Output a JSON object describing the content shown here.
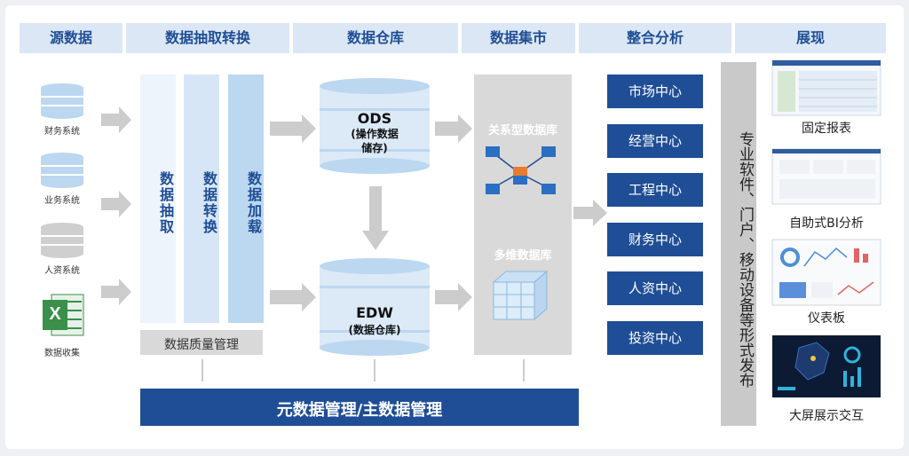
{
  "headers": [
    "源数据",
    "数据抽取转换",
    "数据仓库",
    "数据集市",
    "整合分析",
    "展现"
  ],
  "sources": [
    "财务系统",
    "业务系统",
    "人资系统",
    "数据收集"
  ],
  "extract_columns": [
    "数据抽取",
    "数据转换",
    "数据加载"
  ],
  "quality_label": "数据质量管理",
  "warehouse": {
    "ods_title": "ODS",
    "ods_sub1": "(操作数据",
    "ods_sub2": "储存)",
    "edw_title": "EDW",
    "edw_sub": "(数据仓库)"
  },
  "mart": {
    "relational": "关系型数据库",
    "multidim": "多维数据库"
  },
  "analysis_items": [
    "市场中心",
    "经营中心",
    "工程中心",
    "财务中心",
    "人资中心",
    "投资中心"
  ],
  "publish_text": "专业软件、门户、移动设备等形式发布",
  "display_items": [
    "固定报表",
    "自助式BI分析",
    "仪表板",
    "大屏展示交互"
  ],
  "meta_bar": "元数据管理/主数据管理",
  "excel_letter": "X",
  "colors": {
    "header_bg": "#dbe7f5",
    "dark_blue": "#1f4e96",
    "light_col": "#eef4fb",
    "mid_col": "#d6e6f6",
    "deep_col": "#bcd7f0",
    "gray": "#d9d9d9",
    "gray_box": "#c9c9c9",
    "arrow": "#cccccc",
    "green_excel": "#3a8f4b"
  }
}
